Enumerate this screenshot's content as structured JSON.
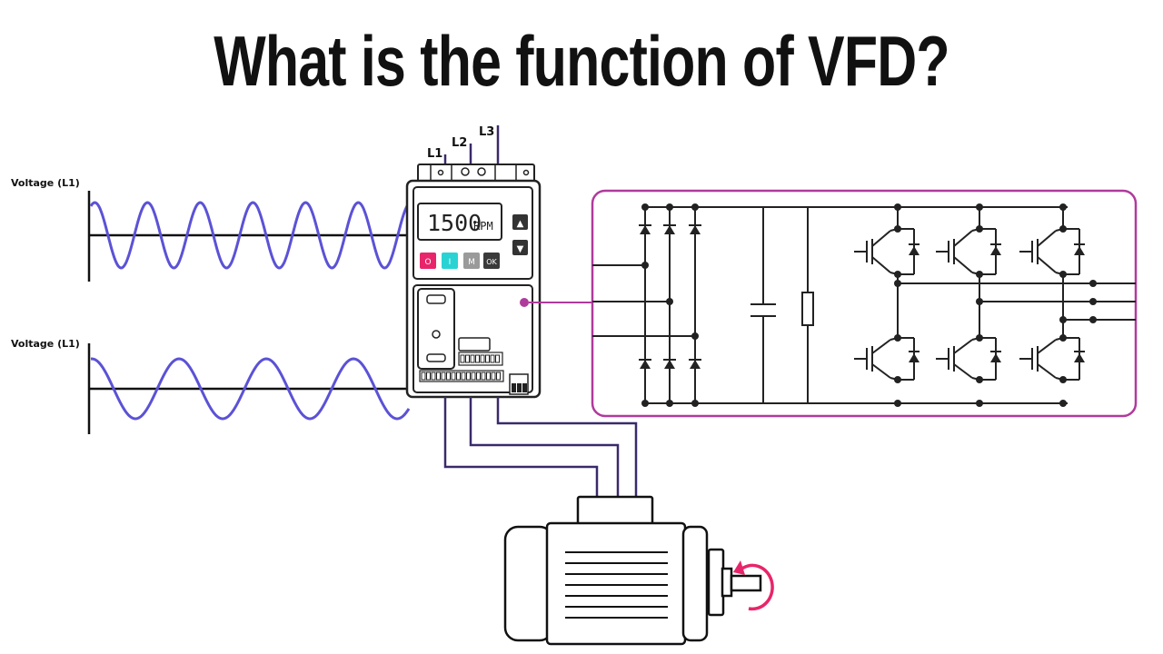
{
  "title": "What is the function of VFD?",
  "waveforms": {
    "top_label": "Voltage (L1)",
    "bottom_label": "Voltage (L1)"
  },
  "vfd": {
    "line_inputs": [
      "L1",
      "L2",
      "L3"
    ],
    "display_value": "1500",
    "display_unit": "RPM",
    "buttons": {
      "off": "O",
      "on": "I",
      "mode": "M",
      "ok": "OK",
      "up": "▲",
      "down": "▼"
    }
  },
  "colors": {
    "wave": "#5b52d6",
    "cable": "#3a2a6b",
    "circuit_border": "#b03a9c",
    "off_button": "#e8256a",
    "on_button": "#29d3d3",
    "mode_button": "#9a9a9a",
    "ok_button": "#3a3a3a",
    "rotation_arrow": "#e8256a"
  }
}
